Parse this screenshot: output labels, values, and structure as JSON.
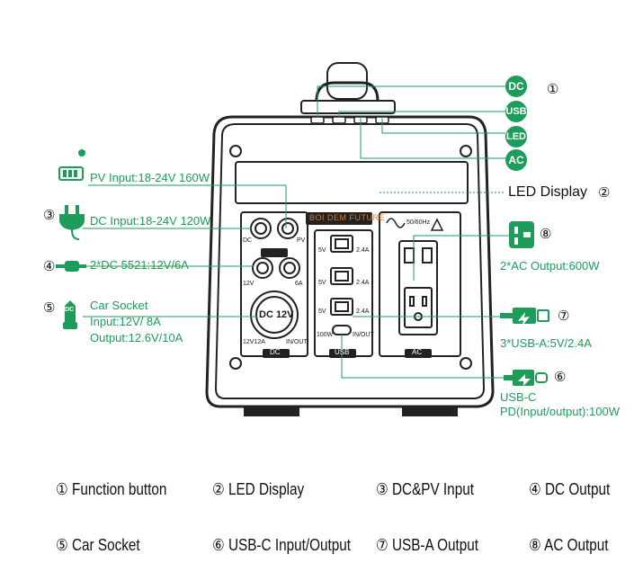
{
  "colors": {
    "accent": "#1e9d5a",
    "device": "#222222"
  },
  "device": {
    "led_brand": "BOI DEM FUTURE",
    "dc_port_label": "DC",
    "pv_port_label": "PV",
    "port_12v_label": "12V",
    "port_6a_label": "6A",
    "car_socket_label": "DC 12V",
    "car_rating_label": "12V12A",
    "dc_inout_label": "IN/OUT",
    "dc_panel_label": "DC",
    "usb_5v_label": "5V",
    "usb_2_4a_label": "2.4A",
    "usbc_100w_label": "100W",
    "usbc_inout_label": "IN/OUT",
    "usb_panel_label": "USB",
    "ac_freq_label": "50/60Hz",
    "ac_panel_label": "AC"
  },
  "callouts": {
    "buttons": [
      {
        "badge": "DC",
        "icon": "dc-button-icon"
      },
      {
        "badge": "USB",
        "icon": "usb-button-icon"
      },
      {
        "badge": "LED",
        "icon": "led-button-icon"
      },
      {
        "badge": "AC",
        "icon": "ac-button-icon"
      }
    ],
    "function_num": "①",
    "led_display": "LED Display",
    "led_display_num": "②",
    "pv_input": "PV Input:18-24V 160W",
    "dc_input": "DC Input:18-24V 120W",
    "dc_input_num": "③",
    "dc_output": "2*DC 5521:12V/6A",
    "dc_output_num": "④",
    "car_socket_title": "Car Socket",
    "car_socket_input": "Input:12V/ 8A",
    "car_socket_output": "Output:12.6V/10A",
    "car_socket_num": "⑤",
    "car_icon_text": "DC",
    "ac_output": "2*AC Output:600W",
    "ac_output_num": "⑧",
    "usba_output": "3*USB-A:5V/2.4A",
    "usba_output_num": "⑦",
    "usbc_title": "USB-C",
    "usbc_desc": "PD(Input/output):100W",
    "usbc_num": "⑥"
  },
  "legend": [
    "① Function button",
    "② LED Display",
    "③ DC&PV Input",
    "④ DC Output",
    "⑤ Car Socket",
    "⑥ USB-C Input/Output",
    "⑦ USB-A Output",
    "⑧ AC Output"
  ]
}
